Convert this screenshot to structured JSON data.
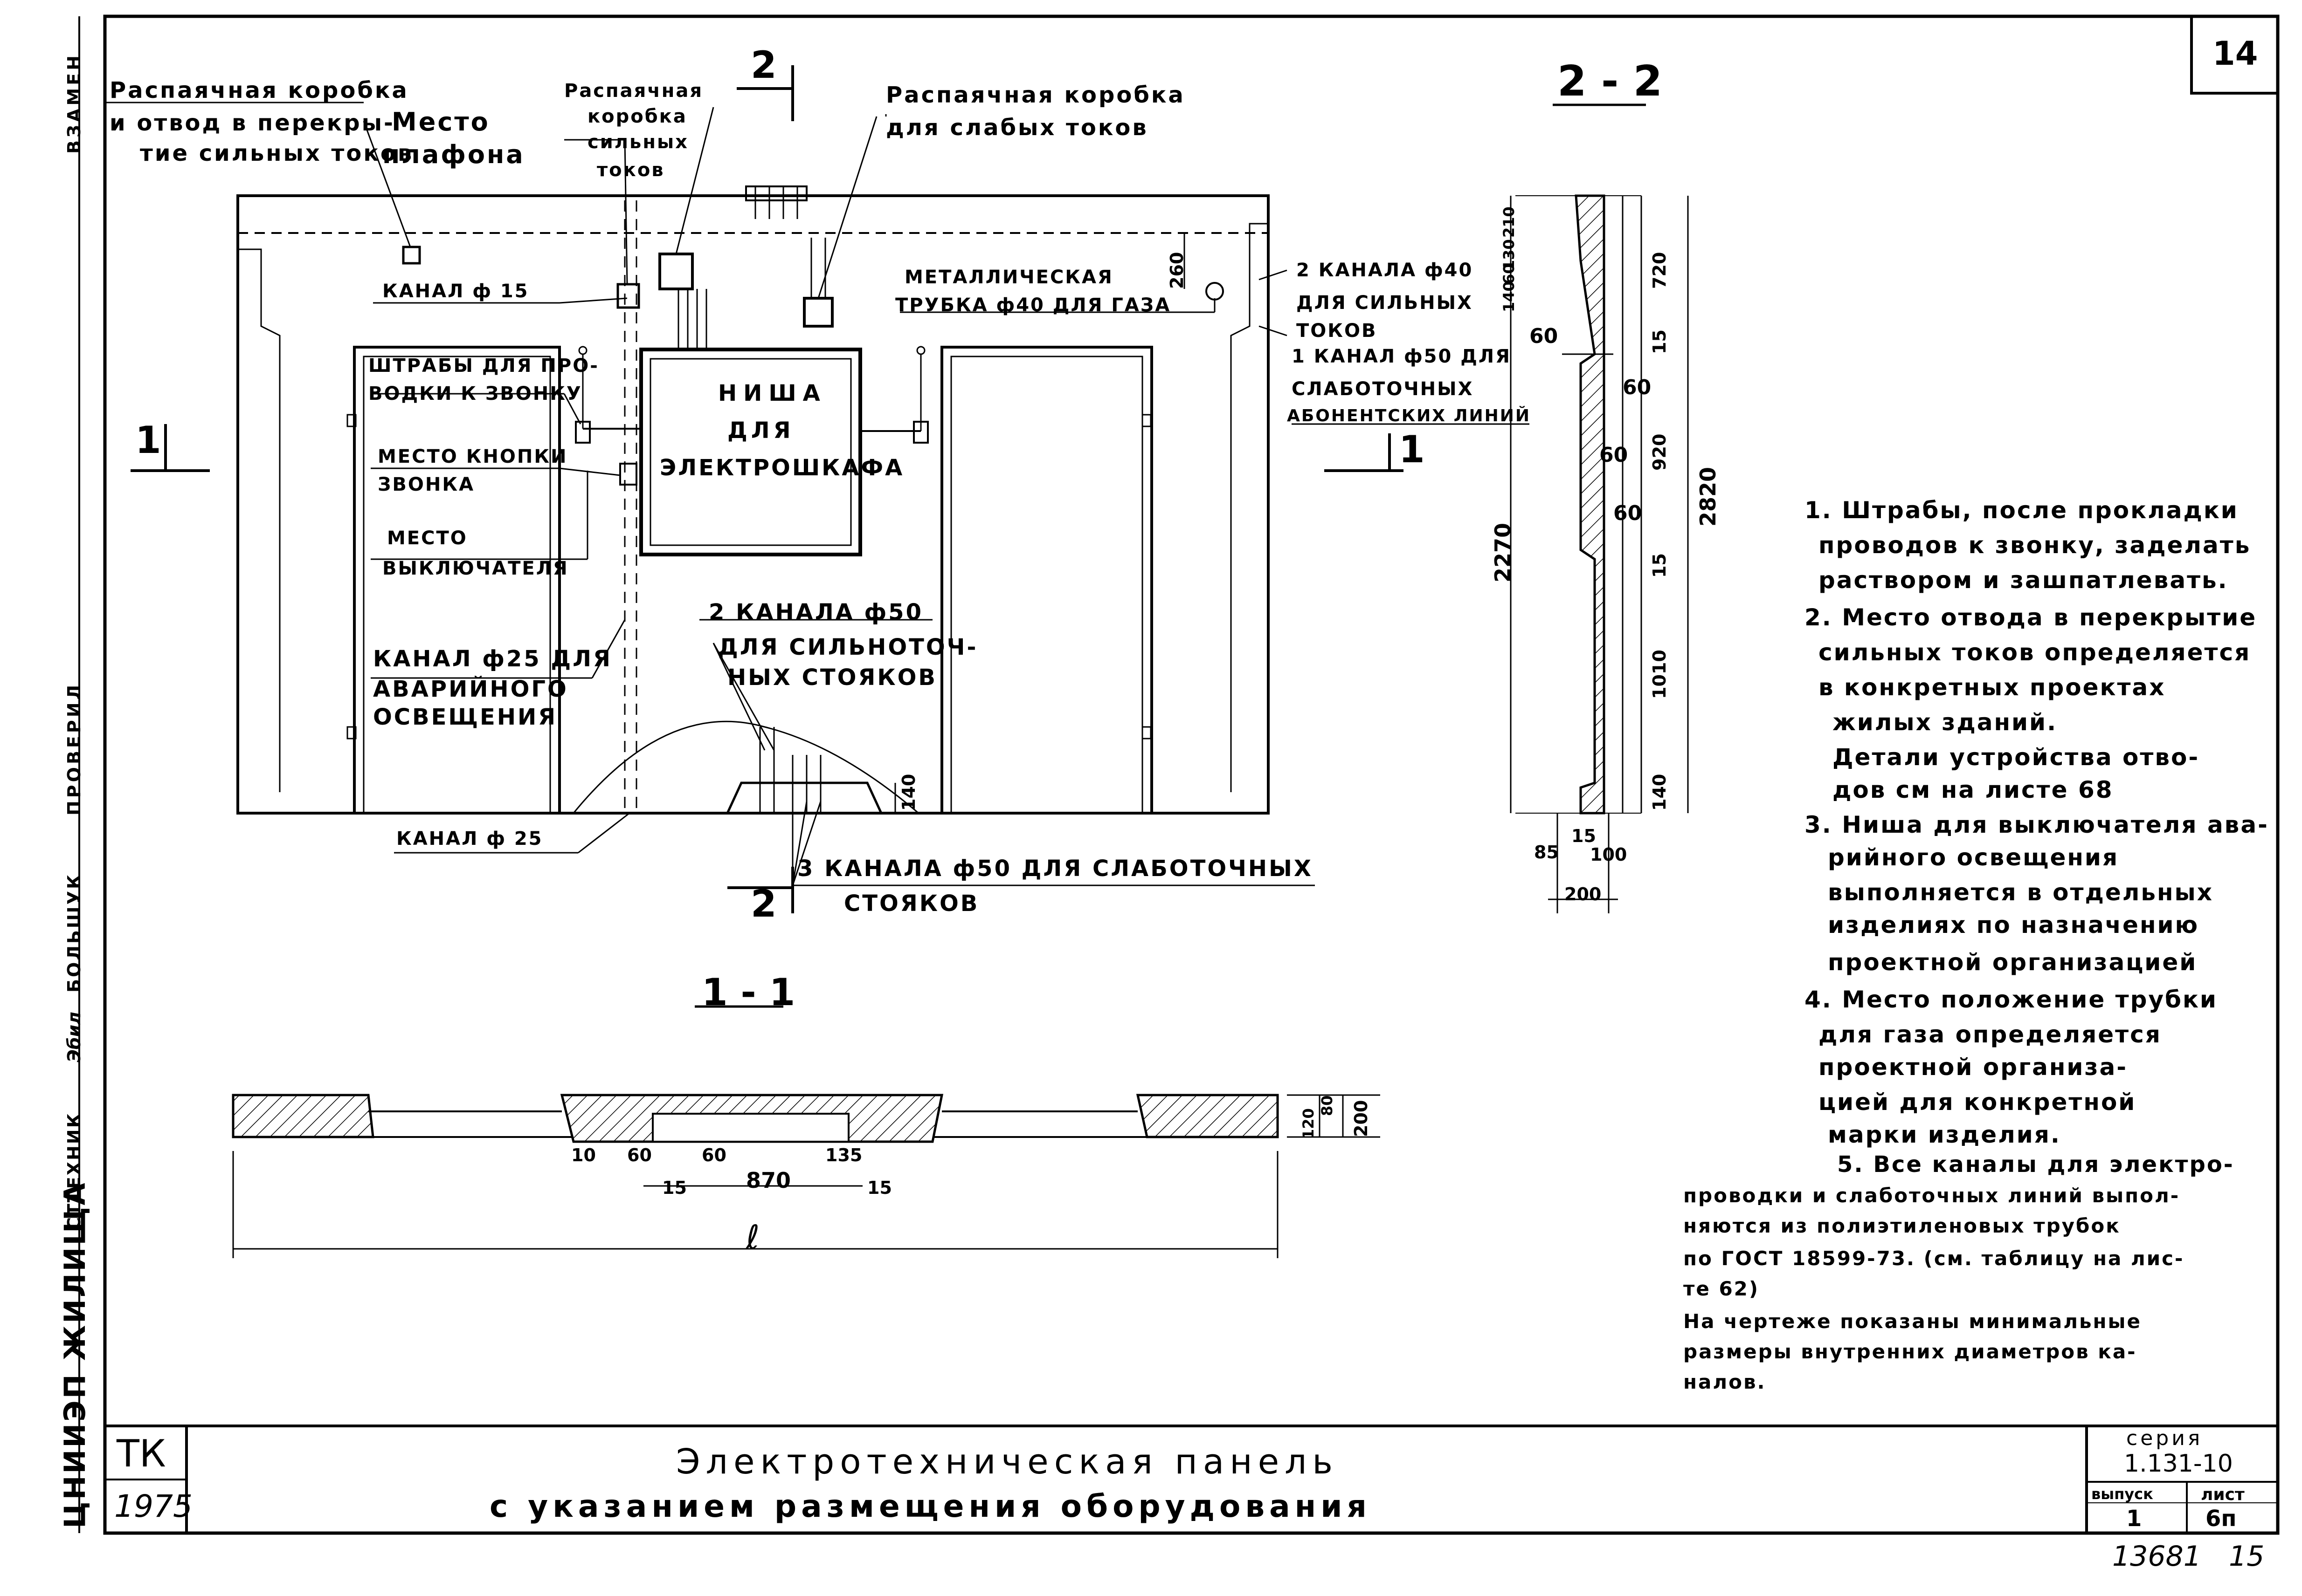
{
  "sheet_number": "14",
  "side_stamp": {
    "vzamen": "ВЗАМЕН",
    "proveril": "ПРОВЕРИЛ",
    "bolshuk": "БОЛЬШУК",
    "sign": "Эбил",
    "stekhnik": "СТТЕХНИК",
    "org": "ЦНИИЭП ЖИЛИЩА"
  },
  "labels": {
    "box_ceiling": "РАСПАЯЧНАЯ КОРОБКА И ОТВОД В ПЕРЕКРЫТИЕ СИЛЬНЫХ ТОКОВ",
    "box_ceiling_l1": "Распаячная коробка",
    "box_ceiling_l2": "и отвод в перекры-",
    "box_ceiling_l3": "тие сильных токов",
    "plafond_l1": "Место",
    "plafond_l2": "плафона",
    "box_strong_l1": "Распаячная",
    "box_strong_l2": "коробка",
    "box_strong_l3": "сильных",
    "box_strong_l4": "токов",
    "box_weak_l1": "Распаячная коробка",
    "box_weak_l2": "для слабых токов",
    "channel15": "КАНАЛ ф 15",
    "shtraby_l1": "ШТРАБЫ ДЛЯ ПРО-",
    "shtraby_l2": "ВОДКИ К ЗВОНКУ",
    "button_l1": "МЕСТО КНОПКИ",
    "button_l2": "ЗВОНКА",
    "switch_l1": "МЕСТО",
    "switch_l2": "ВЫКЛЮЧАТЕЛЯ",
    "channel25_l1": "КАНАЛ ф25 ДЛЯ",
    "channel25_l2": "АВАРИЙНОГО",
    "channel25_l3": "ОСВЕЩЕНИЯ",
    "channel25b": "КАНАЛ ф 25",
    "niche_l1": "НИША",
    "niche_l2": "ДЛЯ",
    "niche_l3": "ЭЛЕКТРОШКАФА",
    "metal_pipe_l1": "МЕТАЛЛИЧЕСКАЯ",
    "metal_pipe_l2": "ТРУБКА ф40 ДЛЯ ГАЗА",
    "ch40_l1": "2 КАНАЛА ф40",
    "ch40_l2": "ДЛЯ СИЛЬНЫХ",
    "ch40_l3": "ТОКОВ",
    "ch50_l1": "1 КАНАЛ ф50 ДЛЯ",
    "ch50_l2": "СЛАБОТОЧНЫХ",
    "ch50_l3": "АБОНЕНТСКИХ ЛИНИЙ",
    "ch2x50_l1": "2 КАНАЛА ф50",
    "ch2x50_l2": "ДЛЯ СИЛЬНОТОЧ-",
    "ch2x50_l3": "НЫХ СТОЯКОВ",
    "ch3x50_l1": "3 КАНАЛА ф50 ДЛЯ СЛАБОТОЧНЫХ",
    "ch3x50_l2": "СТОЯКОВ",
    "dim_260": "260",
    "dim_140": "140",
    "cut_1_left": "1",
    "cut_1_right": "1",
    "cut_2_top": "2",
    "cut_2_bottom": "2"
  },
  "section_22": {
    "title": "2 - 2",
    "dims": {
      "d140": "140",
      "d60a": "60",
      "d130": "130",
      "d210": "210",
      "d60": "60",
      "d720": "720",
      "d15a": "15",
      "d60b": "60",
      "d920": "920",
      "d60c": "60",
      "d15b": "15",
      "d1010": "1010",
      "d140b": "140",
      "d2270": "2270",
      "d2820": "2820",
      "d85": "85",
      "d15c": "15",
      "d100": "100",
      "d200": "200"
    }
  },
  "section_11": {
    "title": "1 - 1",
    "dims": {
      "d10": "10",
      "d60a": "60",
      "d60b": "60",
      "d15a": "15",
      "d870": "870",
      "d135": "135",
      "d15b": "15",
      "d120": "120",
      "d80": "80",
      "d200": "200",
      "l": "ℓ"
    }
  },
  "notes": [
    "1. Штрабы, после прокладки",
    "проводов к звонку, заделать",
    "раствором и зашпатлевать.",
    "2. Место отвода в перекрытие",
    "сильных токов определяется",
    "в конкретных проектах",
    "жилых зданий.",
    "Детали устройства отво-",
    "дов см на листе 68",
    "3. Ниша для выключателя ава-",
    "рийного освещения",
    "выполняется в отдельных",
    "изделиях по назначению",
    "проектной организацией",
    "4. Место положение трубки",
    "для газа определяется",
    "проектной организа-",
    "цией для конкретной",
    "марки изделия.",
    "5. Все каналы для электро-",
    "проводки и слаботочных линий выпол-",
    "няются из полиэтиленовых трубок",
    "по ГОСТ 18599-73. (см. таблицу на лис-",
    "те 62)",
    "На чертеже показаны минимальные",
    "размеры внутренних диаметров ка-",
    "налов."
  ],
  "title_block": {
    "tk": "ТК",
    "year": "1975",
    "title_l1": "Электротехническая панель",
    "title_l2": "с указанием размещения оборудования",
    "seria_label": "серия",
    "seria_value": "1.131-10",
    "vypusk_label": "выпуск",
    "vypusk_value": "1",
    "list_label": "лист",
    "list_value": "6п"
  },
  "footer_numbers": {
    "inv": "13681",
    "page": "15"
  }
}
